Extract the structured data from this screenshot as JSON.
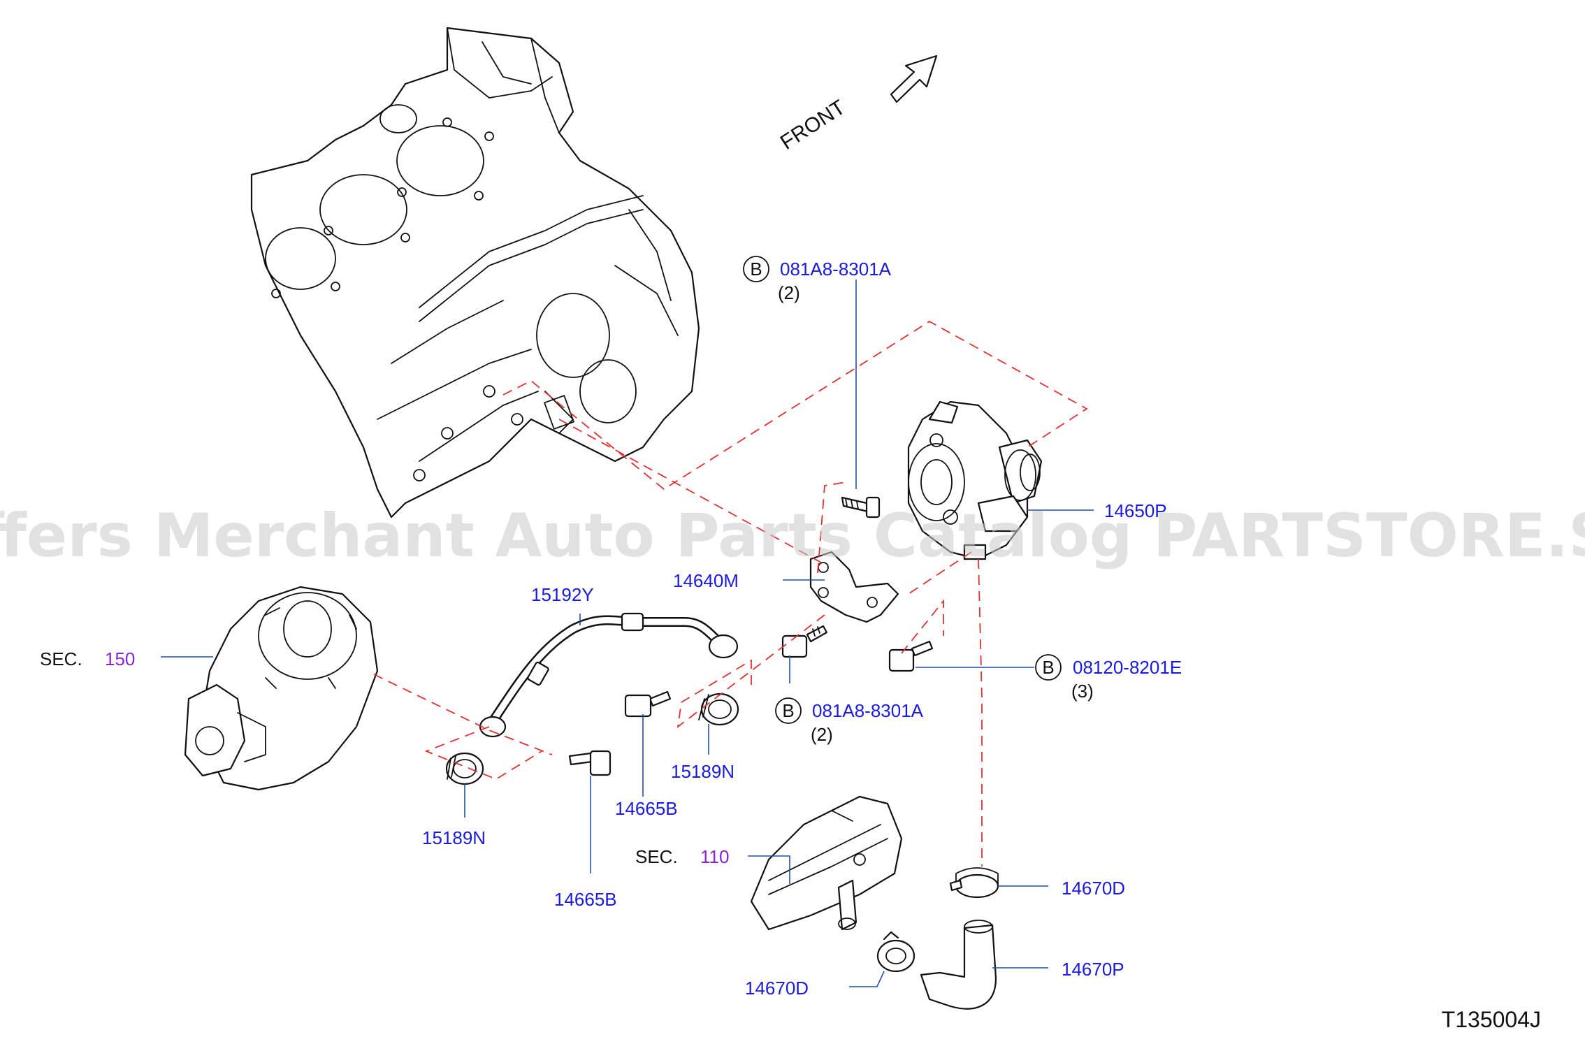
{
  "orientation": {
    "arrow_label": "FRONT"
  },
  "watermark": "Offers Merchant Auto Parts Catalog PARTSTORE.SA",
  "figure_code": "T135004J",
  "colors": {
    "part_number": "#1a1adb",
    "section_ref": "#8a22d6",
    "callout_text": "#111111",
    "assembly_dash": "#e03030",
    "leader": "#1f4fa8"
  },
  "bolt_badges": [
    {
      "letter": "B",
      "part_no": "081A8-8301A",
      "qty": "(2)"
    },
    {
      "letter": "B",
      "part_no": "081A8-8301A",
      "qty": "(2)"
    },
    {
      "letter": "B",
      "part_no": "08120-8201E",
      "qty": "(3)"
    }
  ],
  "callouts": {
    "pump": "14650P",
    "bracket": "14640M",
    "tube": "15192Y",
    "clamp_right": "15189N",
    "clamp_left": "15189N",
    "bolt_mid": "14665B",
    "bolt_low": "14665B",
    "hose_clamp_upper": "14670D",
    "hose_clamp_lower": "14670D",
    "hose": "14670P"
  },
  "sections": [
    {
      "prefix": "SEC.",
      "number": "150"
    },
    {
      "prefix": "SEC.",
      "number": "110"
    }
  ]
}
